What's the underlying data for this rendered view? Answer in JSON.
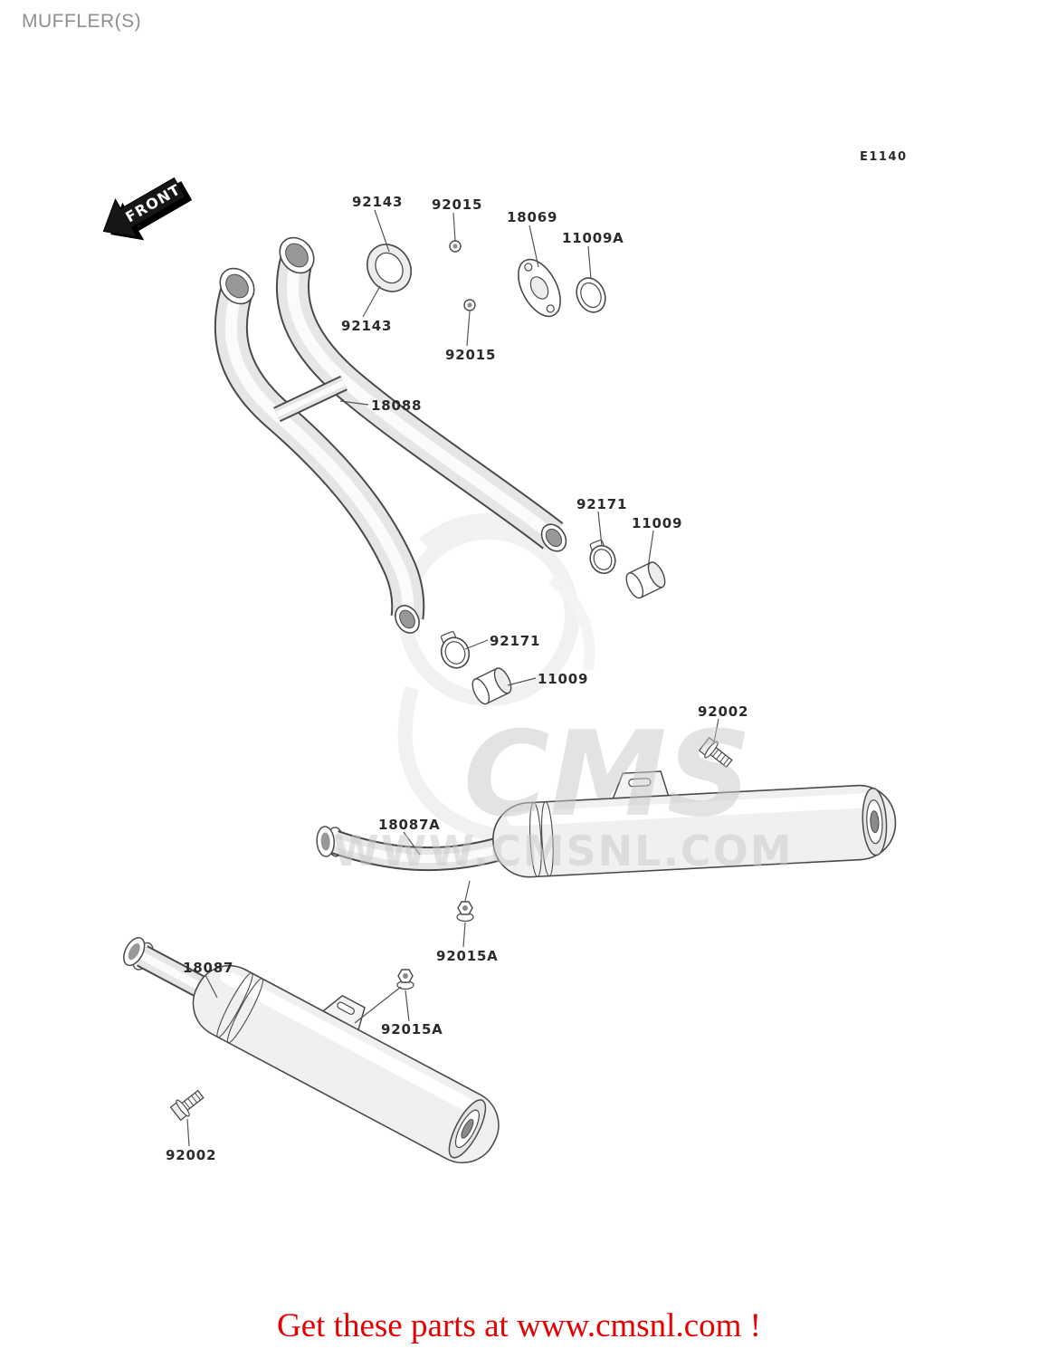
{
  "page": {
    "title": "MUFFLER(S)",
    "diagram_code": "E1140",
    "footer_text": "Get these parts at www.cmsnl.com !",
    "colors": {
      "footer_red": "#e60000",
      "title_gray": "#8f8f8f",
      "line_art": "#4a4a4a"
    }
  },
  "front_arrow": {
    "label": "FRONT"
  },
  "watermark": {
    "line1": "CMS",
    "line2": "WWW.CMSNL.COM"
  },
  "part_labels": [
    {
      "number": "92143"
    },
    {
      "number": "92015"
    },
    {
      "number": "18069"
    },
    {
      "number": "11009A"
    },
    {
      "number": "92143"
    },
    {
      "number": "92015"
    },
    {
      "number": "18088"
    },
    {
      "number": "92171"
    },
    {
      "number": "11009"
    },
    {
      "number": "92171"
    },
    {
      "number": "11009"
    },
    {
      "number": "92002"
    },
    {
      "number": "18087A"
    },
    {
      "number": "92015A"
    },
    {
      "number": "18087"
    },
    {
      "number": "92015A"
    },
    {
      "number": "92002"
    }
  ]
}
